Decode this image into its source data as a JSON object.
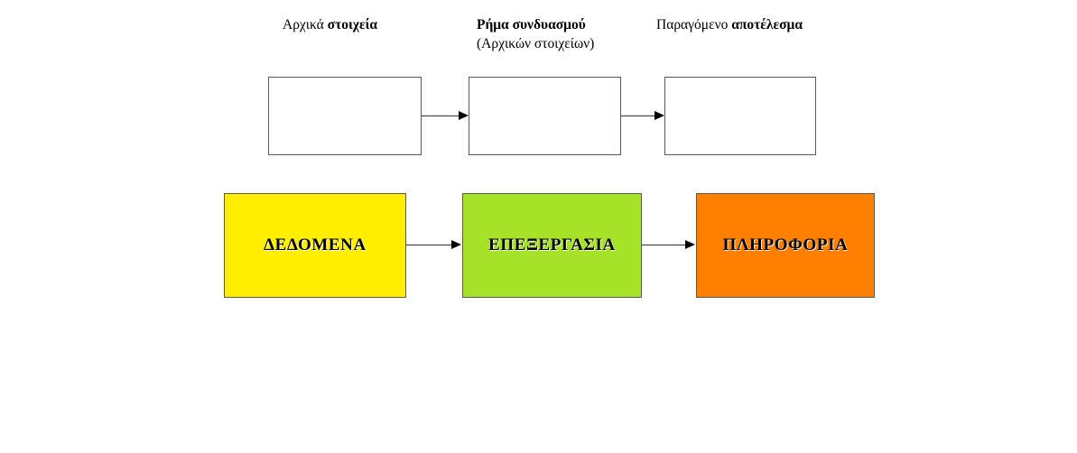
{
  "diagram": {
    "title": "",
    "background_color": "#ffffff",
    "captions": [
      {
        "id": "caption-0",
        "regular_text": "Αρχικά ",
        "bold_text": "στοιχεία",
        "line2": ""
      },
      {
        "id": "caption-1",
        "regular_text": "",
        "bold_text": "Ρήμα συνδυασμού",
        "line2": "(Αρχικών στοιχείων)"
      },
      {
        "id": "caption-2",
        "regular_text": "Παραγόμενο ",
        "bold_text": "αποτέλεσμα",
        "line2": ""
      }
    ],
    "outline_boxes": [
      {
        "id": "outline-box-0",
        "label": "",
        "fill": "#ffffff",
        "border": "#595959"
      },
      {
        "id": "outline-box-1",
        "label": "",
        "fill": "#ffffff",
        "border": "#595959"
      },
      {
        "id": "outline-box-2",
        "label": "",
        "fill": "#ffffff",
        "border": "#595959"
      }
    ],
    "filled_boxes": [
      {
        "id": "filled-box-0",
        "label": "ΔΕΔΟΜΕΝΑ",
        "fill": "#ffee00",
        "border": "#595959"
      },
      {
        "id": "filled-box-1",
        "label": "ΕΠΕΞΕΡΓΑΣΙΑ",
        "fill": "#a5e228",
        "border": "#595959"
      },
      {
        "id": "filled-box-2",
        "label": "ΠΛΗΡΟΦΟΡΙΑ",
        "fill": "#ff8000",
        "border": "#595959"
      }
    ],
    "arrows": [
      {
        "id": "arrow-top-0",
        "from": "outline-box-0",
        "to": "outline-box-1",
        "color": "#000000"
      },
      {
        "id": "arrow-top-1",
        "from": "outline-box-1",
        "to": "outline-box-2",
        "color": "#000000"
      },
      {
        "id": "arrow-bottom-0",
        "from": "filled-box-0",
        "to": "filled-box-1",
        "color": "#000000"
      },
      {
        "id": "arrow-bottom-1",
        "from": "filled-box-1",
        "to": "filled-box-2",
        "color": "#000000"
      }
    ]
  }
}
